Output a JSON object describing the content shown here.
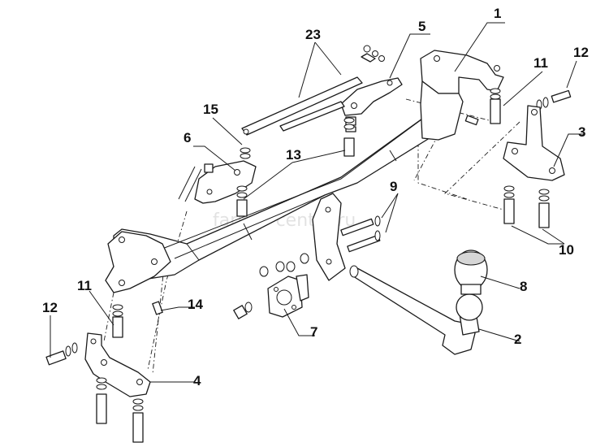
{
  "watermark": "farkop-center.ru",
  "callouts": [
    {
      "id": "c1",
      "label": "1"
    },
    {
      "id": "c2",
      "label": "2"
    },
    {
      "id": "c3",
      "label": "3"
    },
    {
      "id": "c4",
      "label": "4"
    },
    {
      "id": "c5",
      "label": "5"
    },
    {
      "id": "c6",
      "label": "6"
    },
    {
      "id": "c7",
      "label": "7"
    },
    {
      "id": "c8",
      "label": "8"
    },
    {
      "id": "c9",
      "label": "9"
    },
    {
      "id": "c10",
      "label": "10"
    },
    {
      "id": "c11a",
      "label": "11"
    },
    {
      "id": "c11b",
      "label": "11"
    },
    {
      "id": "c12a",
      "label": "12"
    },
    {
      "id": "c12b",
      "label": "12"
    },
    {
      "id": "c13",
      "label": "13"
    },
    {
      "id": "c14",
      "label": "14"
    },
    {
      "id": "c15",
      "label": "15"
    },
    {
      "id": "c23",
      "label": "23"
    }
  ]
}
